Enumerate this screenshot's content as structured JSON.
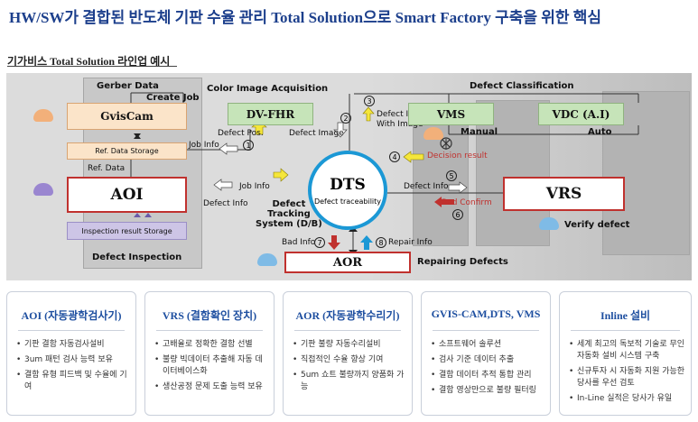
{
  "title": "HW/SW가 결합된 반도체 기판 수율 관리 Total Solution으로 Smart Factory 구축을 위한 핵심",
  "subtitle": "기가비스 Total Solution 라인업 예시",
  "diagram": {
    "gerber_data": "Gerber Data",
    "create_job": "Create Job",
    "gviscam": "GvisCam",
    "ref_data_storage": "Ref. Data Storage",
    "ref_data": "Ref. Data",
    "aoi": "AOI",
    "inspection_storage": "Inspection result Storage",
    "defect_inspection": "Defect Inspection",
    "color_image_acquisition": "Color Image Acquisition",
    "dvfhr": "DV-FHR",
    "defect_pos": "Defect Pos.",
    "defect_image": "Defect Image",
    "job_info_1": "Job Info",
    "job_info_2": "Job Info",
    "defect_info_aoi": "Defect Info",
    "defect_tracking": "Defect\nTracking\nSystem (D/B)",
    "defect_classification": "Defect Classification",
    "defect_info_with_image": "Defect Info\nWith Image",
    "vms": "VMS",
    "vdc": "VDC (A.I)",
    "manual": "Manual",
    "auto": "Auto",
    "decision_result": "Decision result",
    "dts": "DTS",
    "dts_sub": "Defect traceability",
    "defect_info_vrs": "Defect Info",
    "vrs": "VRS",
    "bad_confirm": "Bad Confirm",
    "verify_defect": "Verify defect",
    "bad_info": "Bad Info",
    "repair_info": "Repair Info",
    "aor": "AOR",
    "repairing_defects": "Repairing Defects",
    "num1": "1",
    "num2": "2",
    "num3": "3",
    "num4": "4",
    "num5": "5",
    "num6": "6",
    "num7": "7",
    "num8": "8"
  },
  "cards": [
    {
      "title": "AOI (자동광학검사기)",
      "items": [
        "기판 결함 자동검사설비",
        "3um 패턴 검사 능력 보유",
        "결함 유형 피드백 및 수율에 기여"
      ]
    },
    {
      "title": "VRS (결함확인 장치)",
      "items": [
        "고배율로 정확한 결함 선별",
        "불량 빅데이터 추출해 자동 데이터베이스화",
        "생산공정 문제 도출 능력 보유"
      ]
    },
    {
      "title": "AOR (자동광학수리기)",
      "items": [
        "기판 불량 자동수리설비",
        "직접적인 수율 향상 기여",
        "5um 쇼트 불량까지 양품화 가능"
      ]
    },
    {
      "title": "GVIS-CAM,DTS, VMS",
      "items": [
        "소프트웨어 솔루션",
        "검사 기준 데이터 추출",
        "결함 데이터 추적 통합 관리",
        "결함 영상만으로 불량 필터링"
      ]
    },
    {
      "title": "Inline 설비",
      "items": [
        "세계 최고의 독보적 기술로 무인자동화 설비 시스템 구축",
        "신규투자 시 자동화 지원 가능한 당사를 우선 검토",
        "In-Line 실적은 당사가 유일"
      ]
    }
  ],
  "colors": {
    "title": "#1c3f8c",
    "dts_ring": "#1b98d5",
    "accent_red": "#c0312e",
    "arrow_yellow": "#f5e63b",
    "green_box": "#c6e4b9"
  }
}
